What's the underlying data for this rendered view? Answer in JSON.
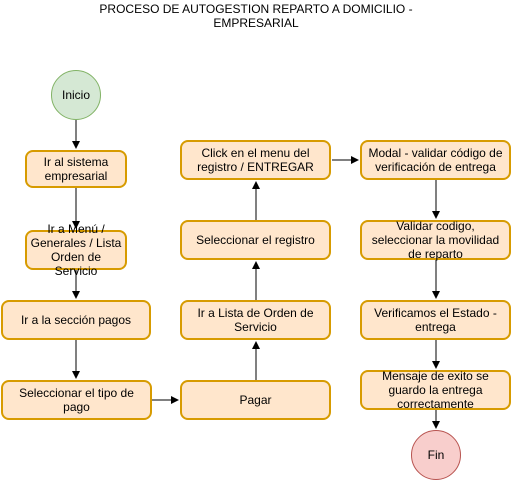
{
  "title": "PROCESO DE AUTOGESTION REPARTO A DOMICILIO - EMPRESARIAL",
  "nodes": {
    "inicio": "Inicio",
    "ir_sistema": "Ir al sistema empresarial",
    "ir_menu": "Ir a Menú / Generales / Lista Orden de Servicio",
    "ir_seccion_pagos": "Ir a la sección pagos",
    "seleccionar_tipo_pago": "Seleccionar el tipo de pago",
    "pagar": "Pagar",
    "ir_lista_orden": "Ir a Lista de Orden de Servicio",
    "seleccionar_registro": "Seleccionar el registro",
    "click_menu": "Click en el menu del registro / ENTREGAR",
    "modal_validar": "Modal - validar código de verificación de entrega",
    "validar_codigo": "Validar codigo, seleccionar la movilidad de reparto",
    "verificamos_estado": "Verificamos el Estado - entrega",
    "mensaje_exito": "Mensaje de exito se guardo la entrega correctamente",
    "fin": "Fin"
  },
  "colors": {
    "process_fill": "#ffe6cc",
    "process_stroke": "#d79b00",
    "start_fill": "#d5e8d4",
    "start_stroke": "#82b366",
    "end_fill": "#f8cecc",
    "end_stroke": "#b85450"
  }
}
